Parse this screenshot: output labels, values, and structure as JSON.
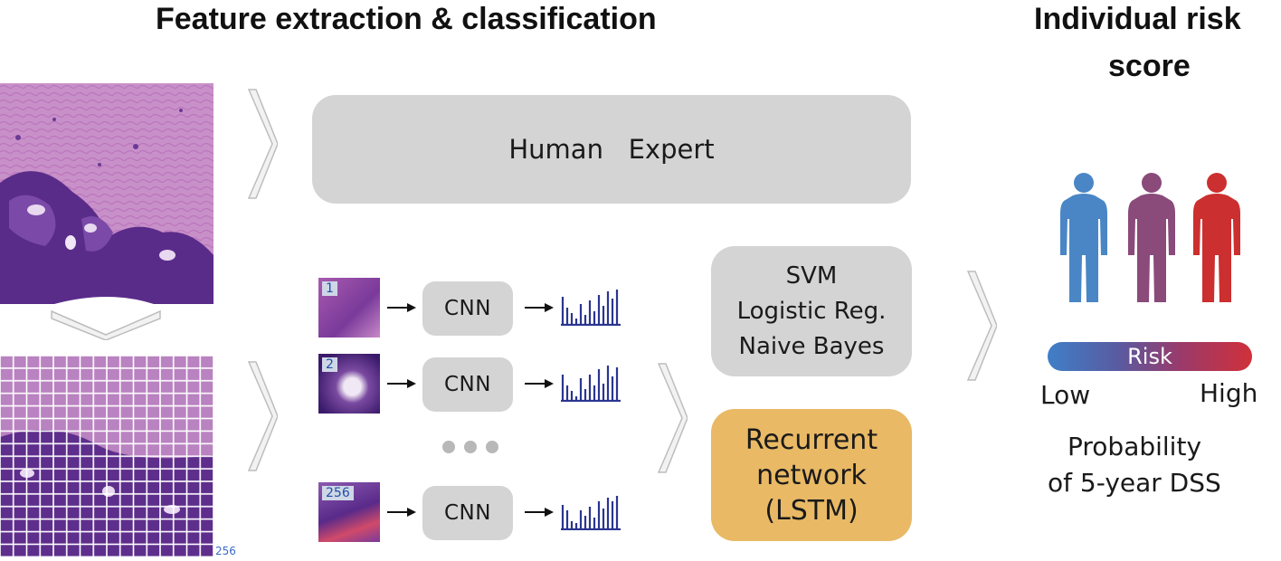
{
  "headings": {
    "feature": "Feature extraction & classification",
    "risk_line1": "Individual risk",
    "risk_line2": "score"
  },
  "human_expert": "Human   Expert",
  "classic_methods": [
    "SVM",
    "Logistic Reg.",
    "Naive Bayes"
  ],
  "lstm_lines": [
    "Recurrent",
    "network",
    "(LSTM)"
  ],
  "tiles": [
    {
      "number": "1",
      "cnn": "CNN"
    },
    {
      "number": "2",
      "cnn": "CNN"
    },
    {
      "number": "256",
      "cnn": "CNN"
    }
  ],
  "grid_corner_label": "256",
  "risk": {
    "bar_label": "Risk",
    "low": "Low",
    "high": "High",
    "prob_line1": "Probability",
    "prob_line2": "of 5-year DSS"
  },
  "colors": {
    "box_gray": "#d4d4d4",
    "lstm": "#e9b965",
    "figure_blue": "#4a86c5",
    "figure_purple": "#8a4a7a",
    "figure_red": "#cc2f2f",
    "bar_navy": "#2b3590",
    "tissue_purple": "#6a3a96"
  }
}
